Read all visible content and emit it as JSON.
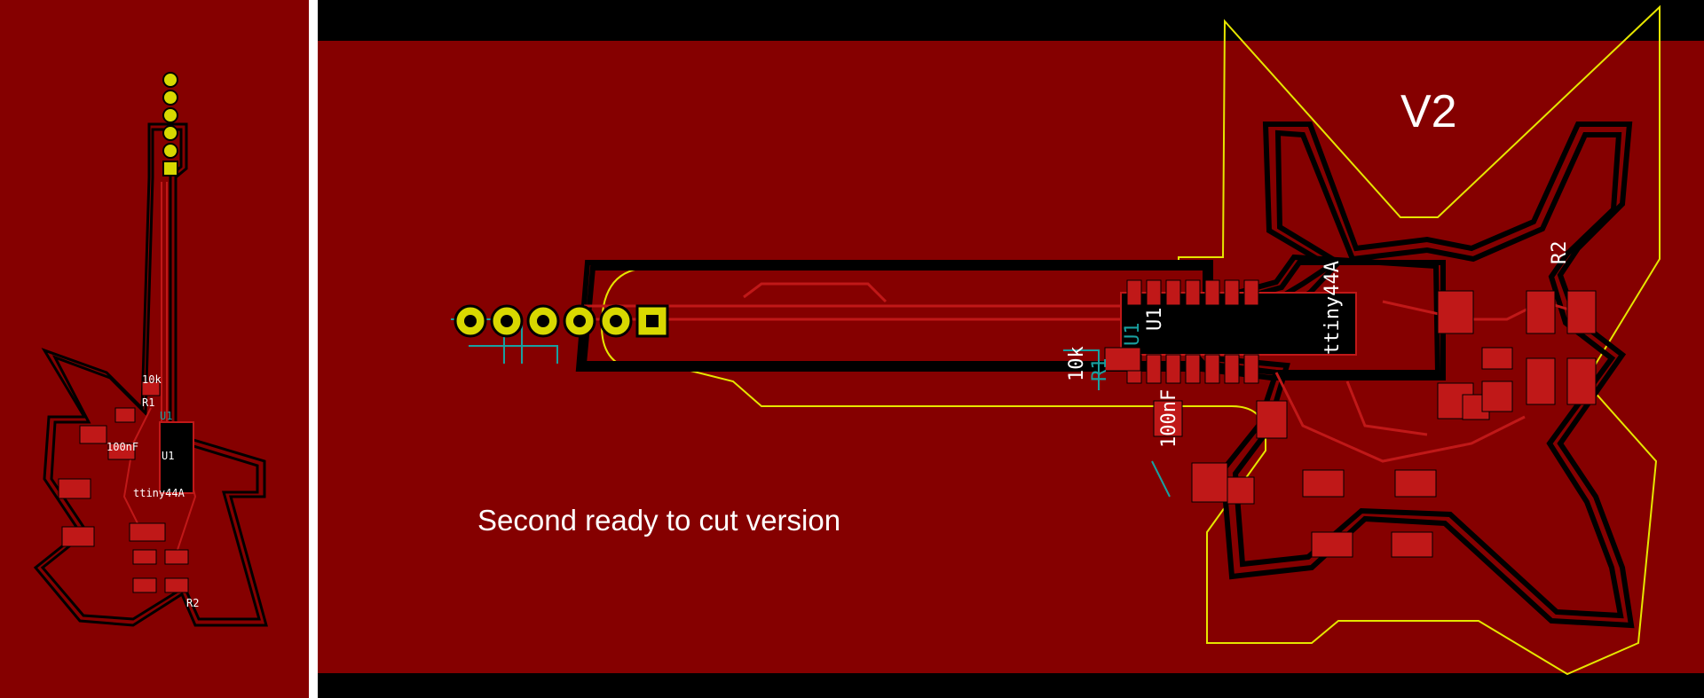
{
  "colors": {
    "board": "#850000",
    "copper_dark": "#000000",
    "trace": "#c01818",
    "outline": "#e6e600",
    "silkscreen": "#19a0a0",
    "pad": "#d8d800",
    "text": "#ffffff"
  },
  "left_view": {
    "labels": {
      "r_value": "10k",
      "r_ref": "R1",
      "u_ref": "U1",
      "u_ref2": "U1",
      "c_value": "100nF",
      "part": "ttiny44A",
      "r2_ref": "R2"
    }
  },
  "right_view": {
    "version_label": "V2",
    "note": "Second ready to cut version",
    "labels": {
      "u_ref_a": "U1",
      "u_ref_b": "U1",
      "part": "ttiny44A",
      "r_value": "10k",
      "r_ref": "R1",
      "c_value": "100nF",
      "r2_ref": "R2"
    }
  }
}
